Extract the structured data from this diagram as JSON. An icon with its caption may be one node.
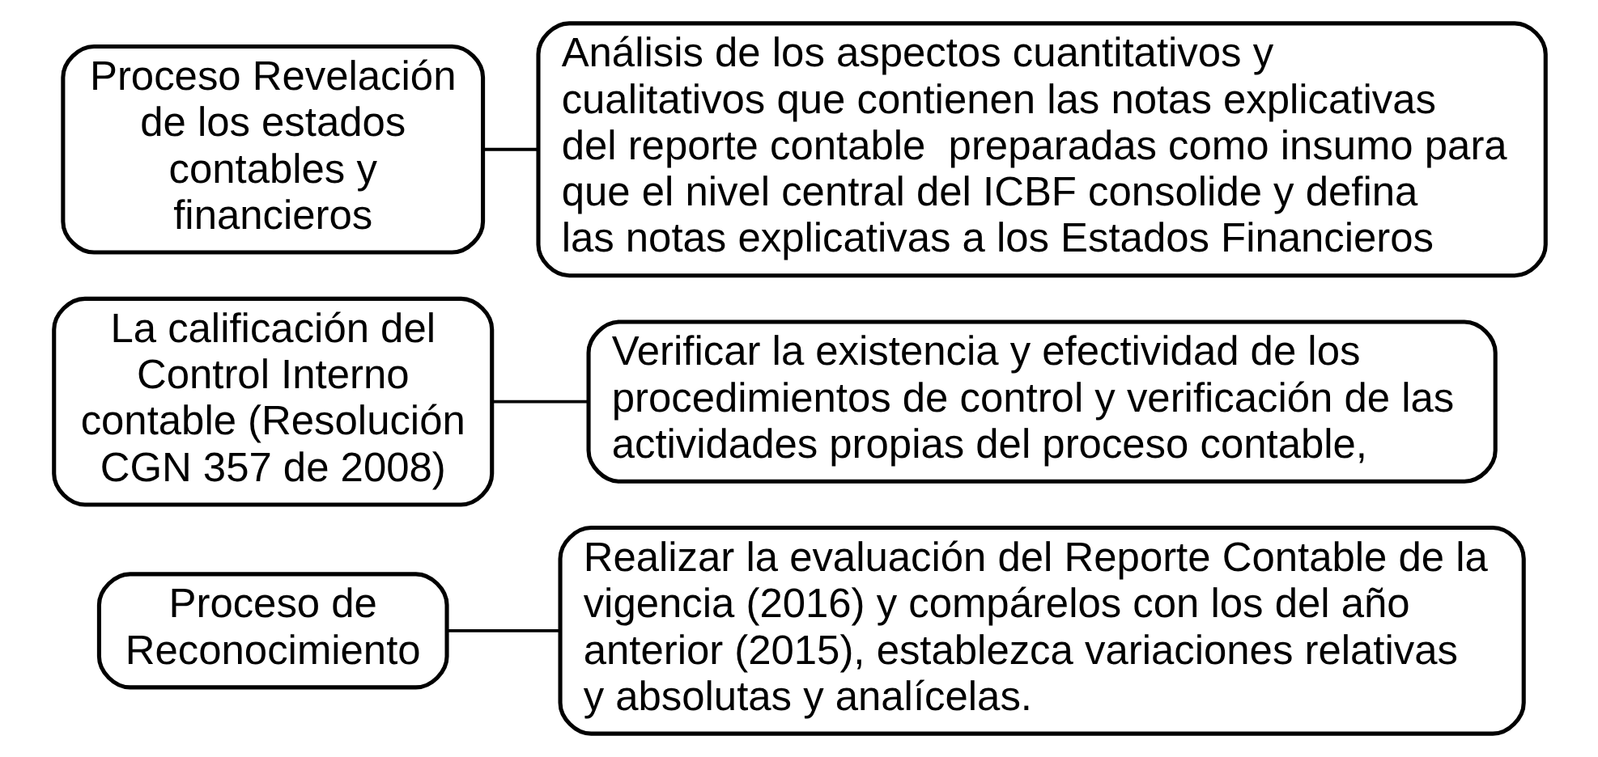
{
  "diagram": {
    "nodes": [
      {
        "text": [
          "Proceso de Reconocimiento"
        ]
      },
      {
        "text": [
          "Realizar la evaluación del Reporte Contable de la vigencia (2016) y compárelos con los del año anterior (2015), establezca variaciones relativas y absolutas y analícelas."
        ]
      },
      {
        "text": [
          "La calificación del Control Interno contable (Resolución CGN 357 de 2008)"
        ]
      },
      {
        "text": [
          "Verificar la existencia y efectividad de los procedimientos de control y verificación de las actividades propias del proceso contable,"
        ]
      },
      {
        "text": [
          "Proceso Revelación de los estados contables y financieros"
        ]
      },
      {
        "text": [
          "Análisis de los aspectos cuantitativos y cualitativos que contienen las notas explicativas del reporte contable  preparadas como insumo para que el nivel central del ICBF consolide y defina  las notas explicativas a los Estados Financieros"
        ]
      }
    ],
    "edges": [
      {
        "from": 0,
        "to": 1,
        "arrow": "none"
      },
      {
        "from": 2,
        "to": 3,
        "arrow": "none"
      },
      {
        "from": 4,
        "to": 5,
        "arrow": "none"
      }
    ]
  }
}
